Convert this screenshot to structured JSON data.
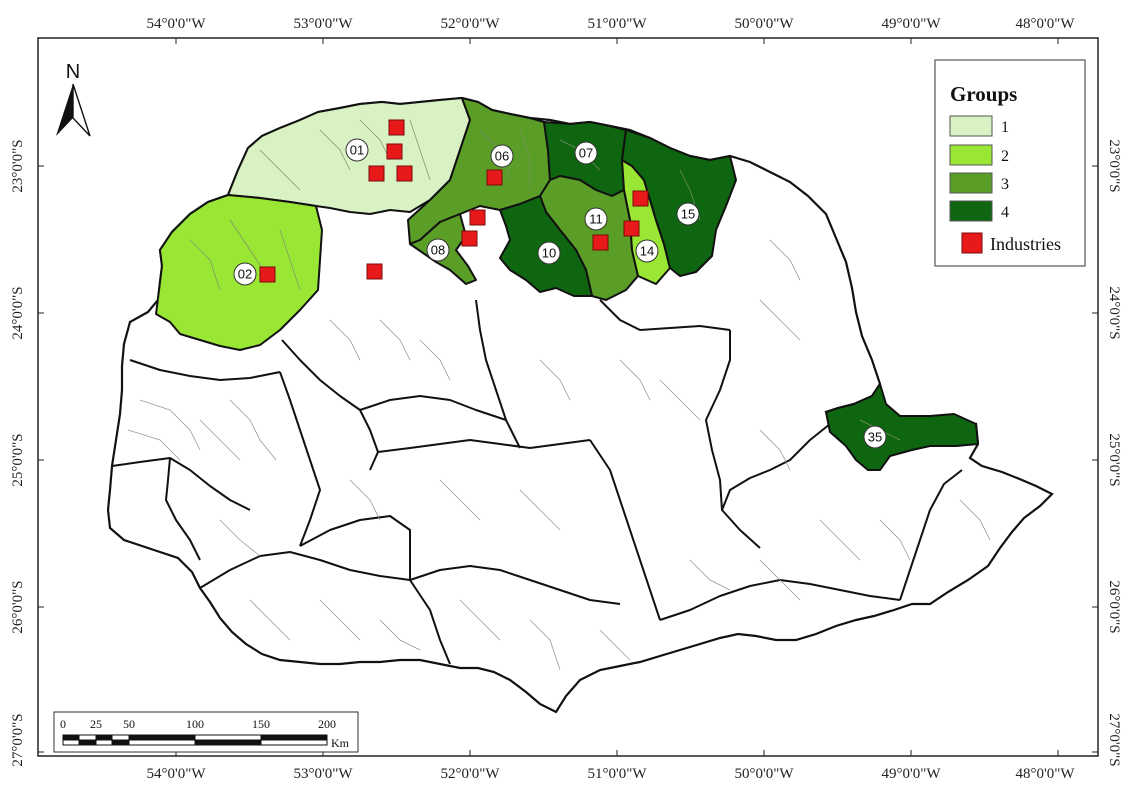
{
  "map": {
    "north_label": "N",
    "top_lon_ticks": [
      "54°0'0\"W",
      "53°0'0\"W",
      "52°0'0\"W",
      "51°0'0\"W",
      "50°0'0\"W",
      "49°0'0\"W",
      "48°0'0\"W"
    ],
    "bottom_lon_ticks": [
      "54°0'0\"W",
      "53°0'0\"W",
      "52°0'0\"W",
      "51°0'0\"W",
      "50°0'0\"W",
      "49°0'0\"W",
      "48°0'0\"W"
    ],
    "lat_ticks": [
      "23°0'0\"S",
      "24°0'0\"S",
      "25°0'0\"S",
      "26°0'0\"S",
      "27°0'0\"S"
    ],
    "legend": {
      "title": "Groups",
      "items": [
        {
          "label": "1",
          "color": "#d9f2c3"
        },
        {
          "label": "2",
          "color": "#99e635"
        },
        {
          "label": "3",
          "color": "#5b9e27"
        },
        {
          "label": "4",
          "color": "#0f6611"
        }
      ],
      "industries_label": "Industries",
      "industries_color": "#e8191b"
    },
    "scale_bar": {
      "ticks": [
        "0",
        "25",
        "50",
        "100",
        "150",
        "200"
      ],
      "unit": "Km"
    },
    "region_labels": [
      "01",
      "02",
      "06",
      "07",
      "08",
      "10",
      "11",
      "14",
      "15",
      "35"
    ]
  }
}
